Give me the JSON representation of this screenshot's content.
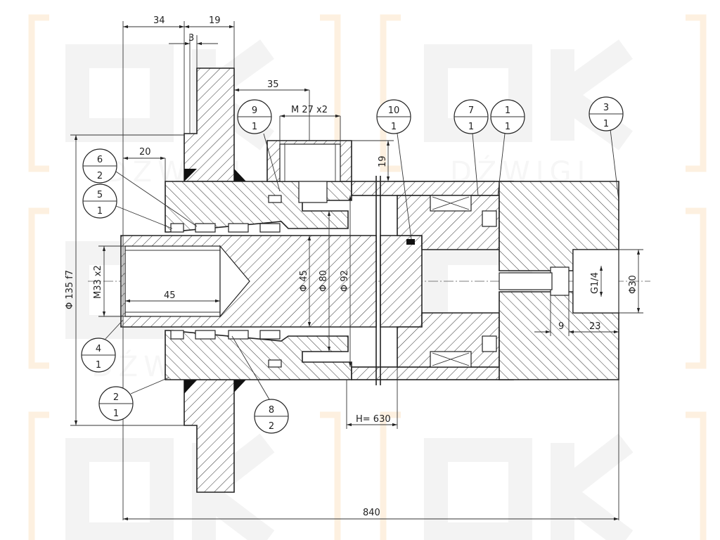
{
  "watermark": {
    "letters": "OK",
    "text": "DŹWIGI"
  },
  "dimensions": {
    "d34": "34",
    "d19_top": "19",
    "d3": "3",
    "d35": "35",
    "thread_port": "M 27 x2",
    "d19_port": "19",
    "d20": "20",
    "dia135": "Φ 135 f7",
    "thread_rod": "M33 x2",
    "d45_len": "45",
    "dia45": "Φ 45",
    "dia80": "Φ 80",
    "dia92": "Φ 92",
    "g14": "G1/4",
    "dia30": "Φ30",
    "d9": "9",
    "d23": "23",
    "stroke": "H= 630",
    "total": "840"
  },
  "balloons": [
    {
      "top": "9",
      "bottom": "1"
    },
    {
      "top": "10",
      "bottom": "1"
    },
    {
      "top": "7",
      "bottom": "1"
    },
    {
      "top": "1",
      "bottom": "1"
    },
    {
      "top": "3",
      "bottom": "1"
    },
    {
      "top": "6",
      "bottom": "2"
    },
    {
      "top": "5",
      "bottom": "1"
    },
    {
      "top": "4",
      "bottom": "1"
    },
    {
      "top": "2",
      "bottom": "1"
    },
    {
      "top": "8",
      "bottom": "2"
    }
  ]
}
